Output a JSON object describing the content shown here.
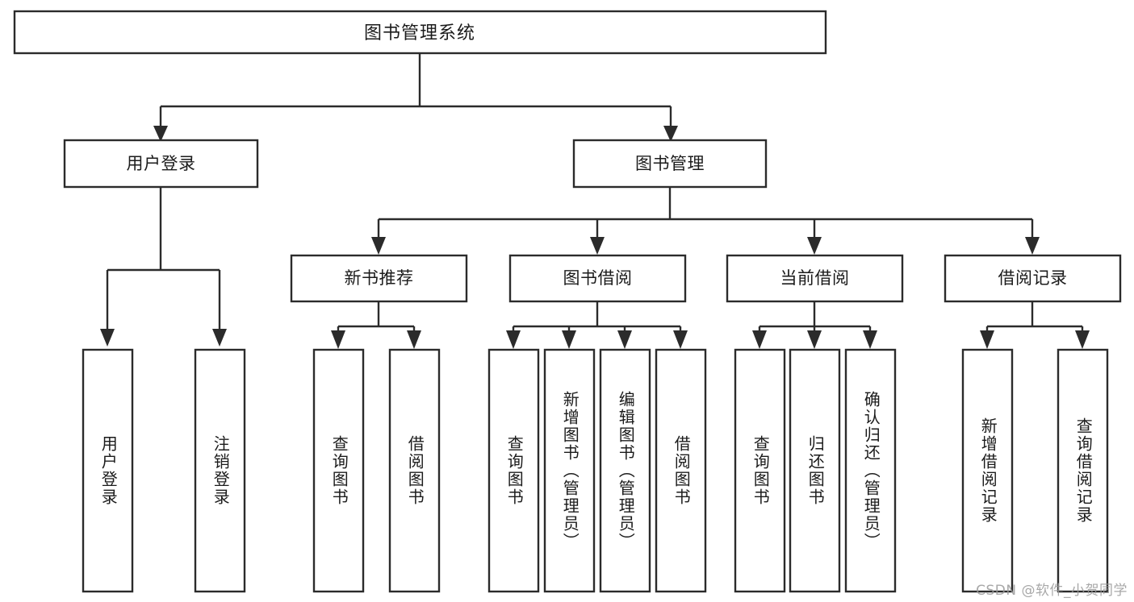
{
  "diagram": {
    "type": "tree-hierarchy-chart",
    "title": "图书管理系统",
    "orientation": "top-down",
    "background_color": "#ffffff",
    "box_stroke_color": "#2b2b2b",
    "box_fill_color": "#ffffff",
    "text_color": "#1b1b1b",
    "root": {
      "label": "图书管理系统",
      "level": 1
    },
    "level2": [
      {
        "label": "用户登录",
        "level": 2
      },
      {
        "label": "图书管理",
        "level": 2
      }
    ],
    "level3": [
      {
        "label": "新书推荐",
        "level": 3,
        "parent": "图书管理"
      },
      {
        "label": "图书借阅",
        "level": 3,
        "parent": "图书管理"
      },
      {
        "label": "当前借阅",
        "level": 3,
        "parent": "图书管理"
      },
      {
        "label": "借阅记录",
        "level": 3,
        "parent": "图书管理"
      }
    ],
    "leaves": {
      "user_login": [
        {
          "label": "用户登录"
        },
        {
          "label": "注销登录"
        }
      ],
      "new_book_recommend": [
        {
          "label": "查询图书"
        },
        {
          "label": "借阅图书"
        }
      ],
      "book_borrow": [
        {
          "label": "查询图书"
        },
        {
          "label": "新增图书（管理员）"
        },
        {
          "label": "编辑图书（管理员）"
        },
        {
          "label": "借阅图书"
        }
      ],
      "current_borrow": [
        {
          "label": "查询图书"
        },
        {
          "label": "归还图书"
        },
        {
          "label": "确认归还（管理员）"
        }
      ],
      "borrow_record": [
        {
          "label": "新增借阅记录"
        },
        {
          "label": "查询借阅记录"
        }
      ]
    }
  },
  "watermark": {
    "text": "CSDN @软件_小贺同学"
  }
}
